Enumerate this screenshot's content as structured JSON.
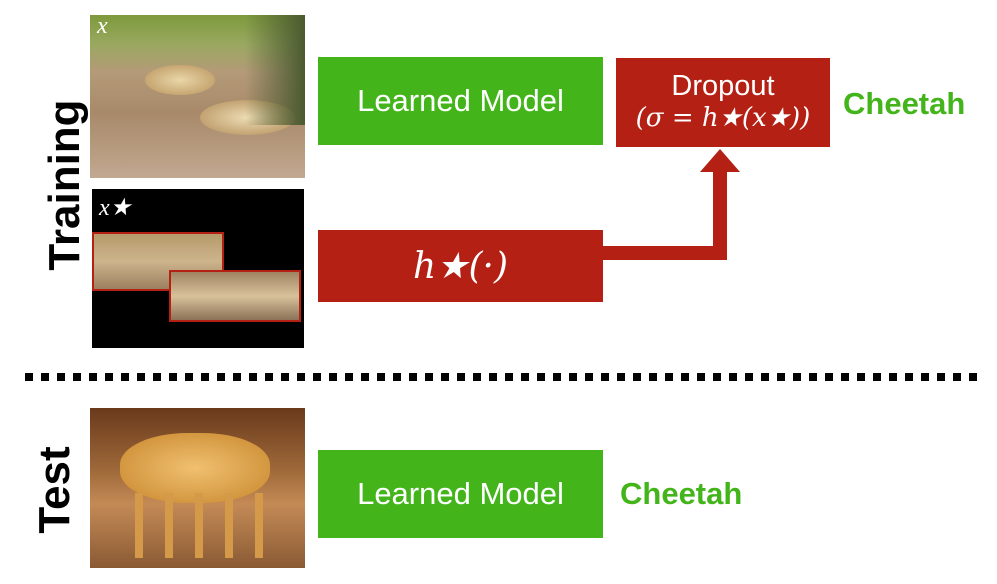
{
  "training": {
    "section_label": "Training",
    "image_x_label": "x",
    "image_xstar_label": "x★",
    "learned_model_label": "Learned Model",
    "dropout_title": "Dropout",
    "dropout_formula": "(σ = h★(x★))",
    "hstar_label": "h★(·)",
    "prediction": "Cheetah"
  },
  "test": {
    "section_label": "Test",
    "learned_model_label": "Learned Model",
    "prediction": "Cheetah"
  },
  "colors": {
    "green": "#43b51b",
    "red": "#b52015"
  }
}
